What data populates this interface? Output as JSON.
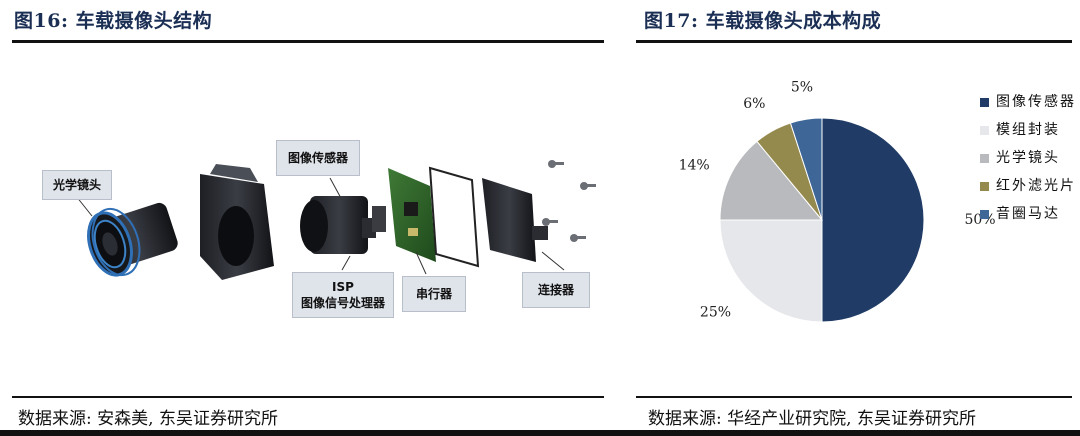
{
  "left": {
    "title": "图16:  车载摄像头结构",
    "labels": {
      "lens": "光学镜头",
      "sensor": "图像传感器",
      "isp_line1": "ISP",
      "isp_line2": "图像信号处理器",
      "serializer": "串行器",
      "connector": "连接器"
    },
    "source": "数据来源: 安森美, 东吴证券研究所"
  },
  "right": {
    "title": "图17:  车载摄像头成本构成",
    "source": "数据来源: 华经产业研究院, 东吴证券研究所"
  },
  "colors": {
    "title": "#1b2f55",
    "rule": "#111111"
  },
  "chart_data": {
    "type": "pie",
    "title": "",
    "slices": [
      {
        "label": "图像传感器",
        "value": 50,
        "value_label": "50%",
        "color": "#1f3b66"
      },
      {
        "label": "模组封装",
        "value": 25,
        "value_label": "25%",
        "color": "#e6e7ea"
      },
      {
        "label": "光学镜头",
        "value": 14,
        "value_label": "14%",
        "color": "#b9babd"
      },
      {
        "label": "红外滤光片",
        "value": 6,
        "value_label": "6%",
        "color": "#958a4e"
      },
      {
        "label": "音圈马达",
        "value": 5,
        "value_label": "5%",
        "color": "#3e6798"
      }
    ],
    "legend_position": "right"
  }
}
